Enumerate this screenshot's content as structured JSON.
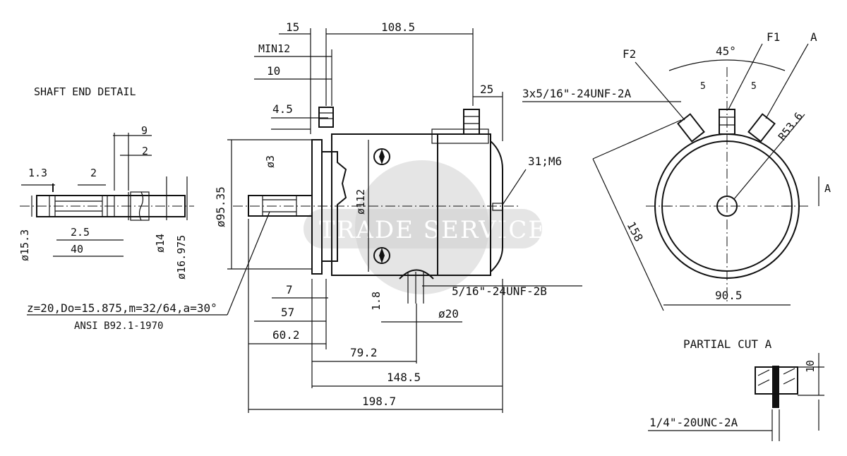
{
  "shaft_end": {
    "title": "SHAFT END DETAIL",
    "dims": {
      "d9": "9",
      "d2a": "2",
      "d13": "1.3",
      "d2b": "2",
      "d153": "ø15.3",
      "d25": "2.5",
      "d40": "40",
      "d14": "ø14",
      "d16975": "ø16.975"
    },
    "spec_line1": "z=20,Do=15.875,m=32/64,a=30°",
    "spec_line2": "ANSI B92.1-1970"
  },
  "side_view": {
    "dims": {
      "d15": "15",
      "d1085": "108.5",
      "dmin12": "MIN12",
      "d10": "10",
      "d45": "4.5",
      "d3": "ø3",
      "d9535": "ø95.35",
      "d112": "ø112",
      "d25": "25",
      "d31m6": "31;M6",
      "d7": "7",
      "d57": "57",
      "d602": "60.2",
      "d18": "1.8",
      "dthread": "5/16\"-24UNF-2B",
      "d20": "ø20",
      "d792": "79.2",
      "d1485": "148.5",
      "d1987": "198.7"
    }
  },
  "end_view": {
    "dims": {
      "f2": "F2",
      "f1": "F1",
      "a": "A",
      "deg45": "45°",
      "five1": "5",
      "five2": "5",
      "thread": "3x5/16\"-24UNF-2A",
      "r536": "R53.6",
      "a_side": "A",
      "d158": "158",
      "d905": "90.5"
    }
  },
  "partial_cut": {
    "title": "PARTIAL CUT A",
    "d10": "10",
    "thread": "1/4\"-20UNC-2A"
  },
  "watermark": {
    "text": "TRADE SERVICE"
  }
}
